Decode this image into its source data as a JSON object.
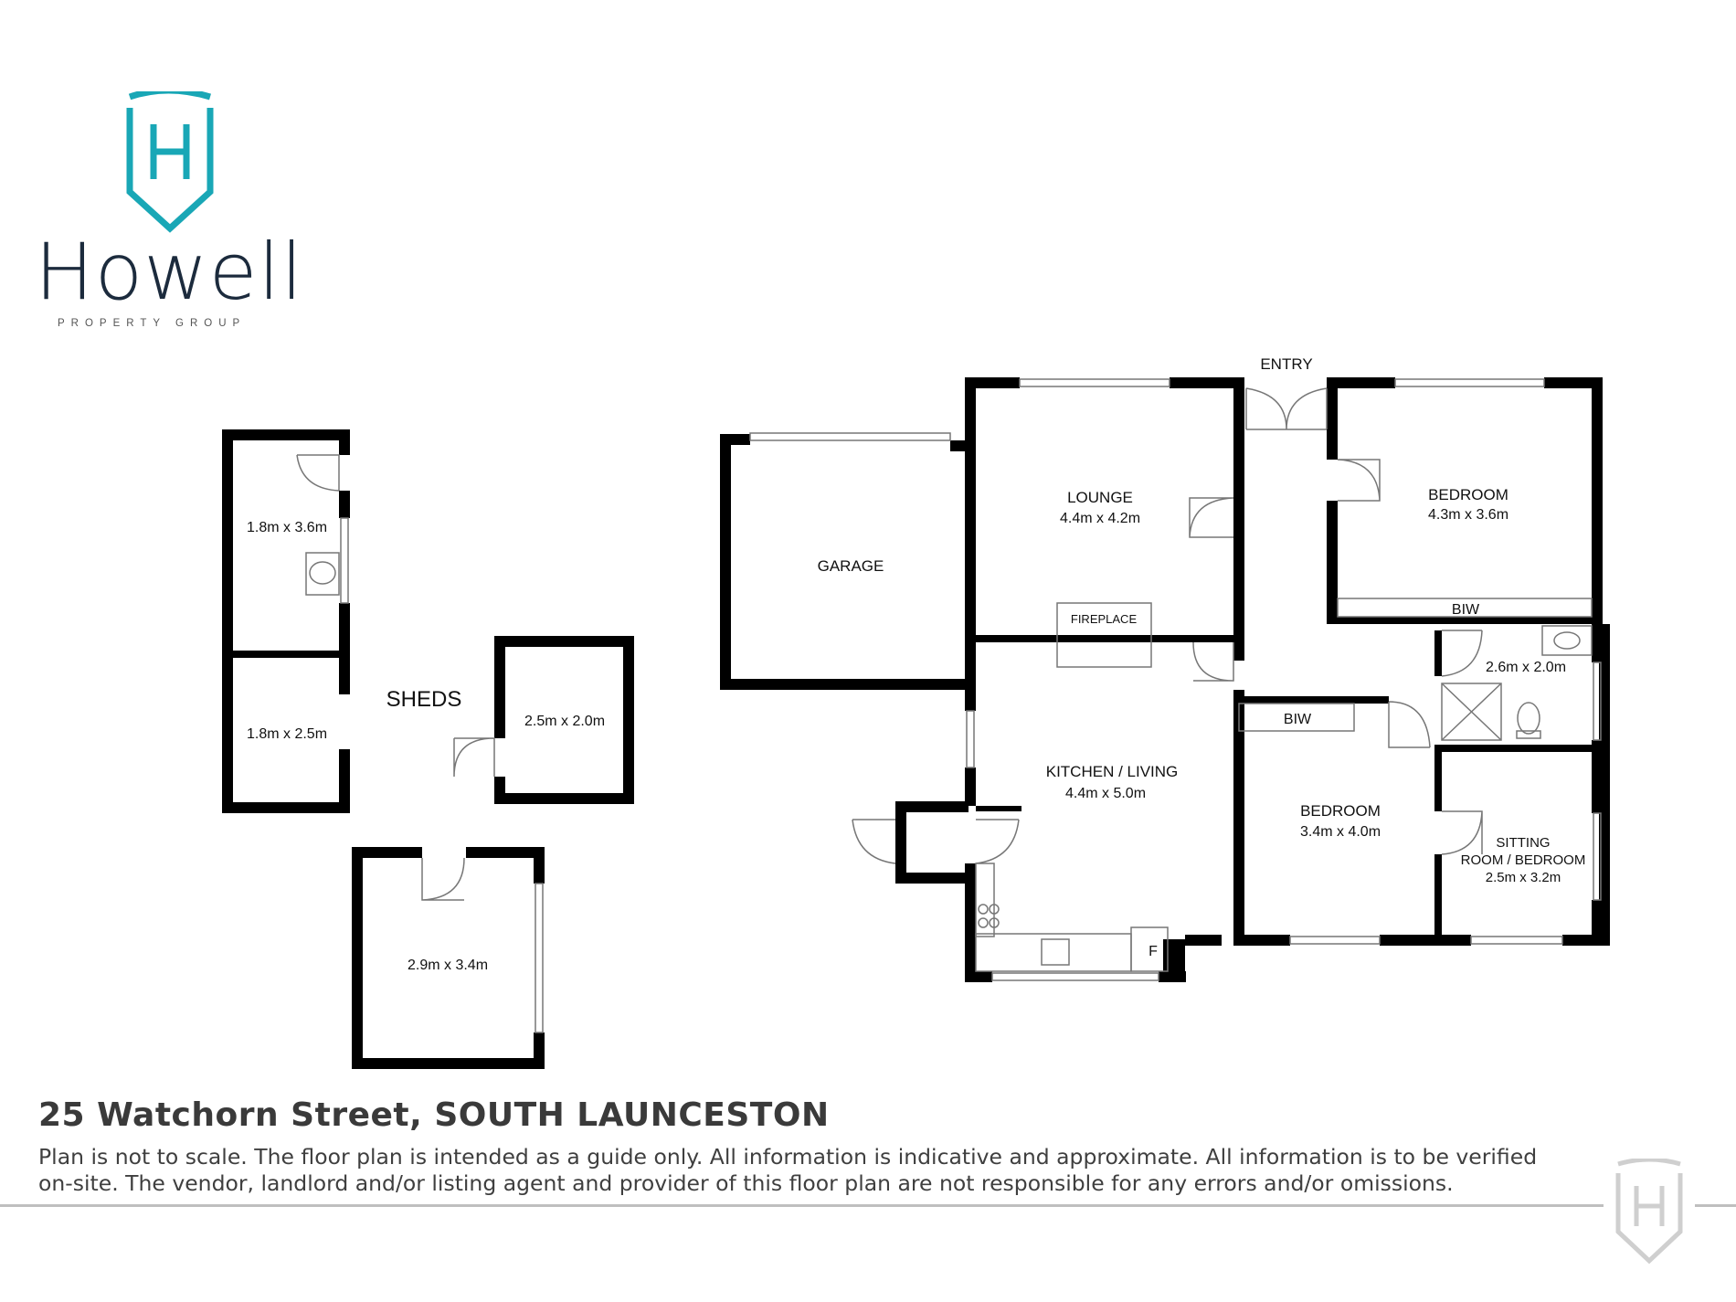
{
  "brand": {
    "name": "Howell",
    "subtitle": "PROPERTY GROUP",
    "monogram": "H",
    "accent_color": "#19a7b6",
    "text_color": "#1c2b3d"
  },
  "rooms": {
    "garage": "GARAGE",
    "lounge": "LOUNGE",
    "lounge_size": "4.4m x 4.2m",
    "fireplace": "FIREPLACE",
    "entry": "ENTRY",
    "bedroom1": "BEDROOM",
    "bedroom1_size": "4.3m x 3.6m",
    "biw1": "BIW",
    "bathroom_size": "2.6m x 2.0m",
    "kitchen": "KITCHEN / LIVING",
    "kitchen_size": "4.4m x 5.0m",
    "fridge": "F",
    "biw2": "BIW",
    "bedroom2": "BEDROOM",
    "bedroom2_size": "3.4m x 4.0m",
    "sitting_line1": "SITTING",
    "sitting_line2": "ROOM / BEDROOM",
    "sitting_size": "2.5m x 3.2m"
  },
  "sheds": {
    "label": "SHEDS",
    "shed1_size": "1.8m x 3.6m",
    "shed2_size": "1.8m x 2.5m",
    "shed3_size": "2.5m x 2.0m",
    "shed4_size": "2.9m x 3.4m"
  },
  "footer": {
    "address": "25 Watchorn Street, SOUTH LAUNCESTON",
    "disclaimer": "Plan is not to scale. The floor plan is intended as a guide only. All information is indicative and approximate. All information is to be verified on-site.  The vendor, landlord and/or listing agent and provider of this floor plan are not responsible for any errors and/or omissions."
  }
}
